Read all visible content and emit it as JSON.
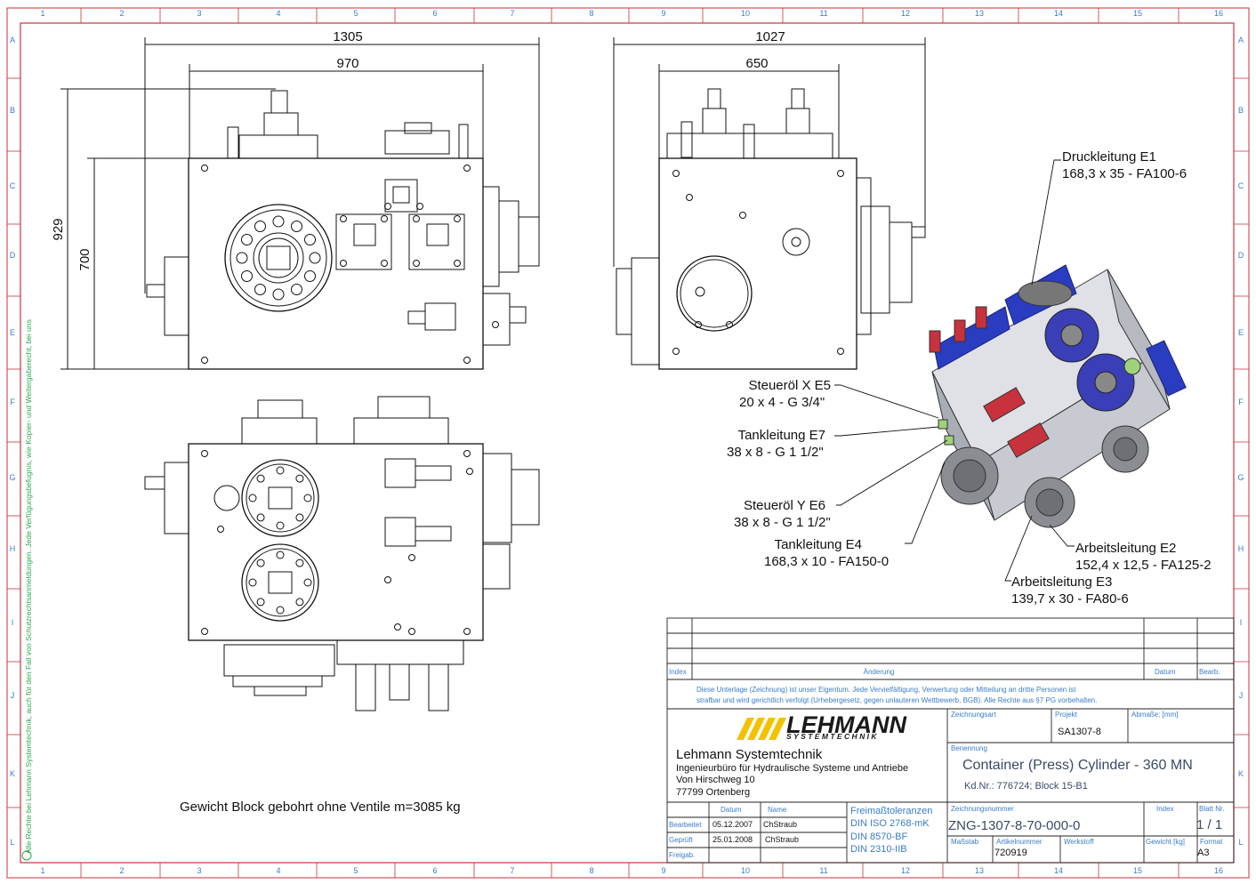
{
  "frame": {
    "cols": [
      "1",
      "2",
      "3",
      "4",
      "5",
      "6",
      "7",
      "8",
      "9",
      "10",
      "11",
      "12",
      "13",
      "14",
      "15",
      "16"
    ],
    "rows": [
      "A",
      "B",
      "C",
      "D",
      "E",
      "F",
      "G",
      "H",
      "I",
      "J",
      "K",
      "L"
    ],
    "side_note": "Alle Rechte bei Lehmann Systemtechnik, auch für den Fall von Schutzrechtsanmeldungen. Jede Verfügungsbefugnis, wie Kopier- und Weitergaberecht, bei uns"
  },
  "dims": {
    "front_w_total": "1305",
    "front_w_body": "970",
    "front_h_total": "929",
    "front_h_body": "700",
    "side_w_total": "1027",
    "side_w_body": "650"
  },
  "callouts": [
    {
      "l1": "Druckleitung E1",
      "l2": "168,3 x 35 - FA100-6"
    },
    {
      "l1": "Steueröl X E5",
      "l2": "20 x 4 - G 3/4\""
    },
    {
      "l1": "Tankleitung E7",
      "l2": "38 x 8 - G 1 1/2\""
    },
    {
      "l1": "Steueröl Y E6",
      "l2": "38 x 8 - G 1 1/2\""
    },
    {
      "l1": "Tankleitung E4",
      "l2": "168,3 x 10 - FA150-0"
    },
    {
      "l1": "Arbeitsleitung E2",
      "l2": "152,4 x 12,5 - FA125-2"
    },
    {
      "l1": "Arbeitsleitung E3",
      "l2": "139,7 x 30 - FA80-6"
    }
  ],
  "weight_note": "Gewicht Block gebohrt ohne Ventile m=3085 kg",
  "title_block": {
    "rev_headers": {
      "index": "Index",
      "change": "Änderung",
      "date": "Datum",
      "edit": "Bearb."
    },
    "copyright_l1": "Diese Unterlage (Zeichnung) ist unser Eigentum. Jede Vervielfältigung, Verwertung oder Mitteilung an dritte Personen ist",
    "copyright_l2": "strafbar und wird gerichtlich verfolgt (Urhebergesetz, gegen unlauteren Wettbewerb, BGB). Alle Rechte aus §7 PG vorbehalten.",
    "logo_main": "LEHMANN",
    "logo_sub": "SYSTEMTECHNIK",
    "company": "Lehmann Systemtechnik",
    "company_desc": "Ingenieurbüro für Hydraulische Systeme und Antriebe",
    "street": "Von Hirschweg 10",
    "city": "77799 Ortenberg",
    "lbl_zeichnungsart": "Zeichnungsart",
    "lbl_projekt": "Projekt",
    "projekt": "SA1307-8",
    "lbl_abmasse": "Abmaße: [mm]",
    "lbl_benennung": "Benennung",
    "benennung": "Container (Press) Cylinder - 360 MN",
    "kdnr": "Kd.Nr.: 776724; Block 15-B1",
    "lbl_datum": "Datum",
    "lbl_name": "Name",
    "lbl_bearbeitet": "Bearbeitet",
    "bearbeitet_datum": "05.12.2007",
    "bearbeitet_name": "ChStraub",
    "lbl_geprueft": "Geprüft",
    "geprueft_datum": "25.01.2008",
    "geprueft_name": "ChStraub",
    "lbl_freigabe": "Freigab.",
    "lbl_freimass": "Freimaßtoleranzen",
    "norm1": "DIN ISO 2768-mK",
    "norm2": "DIN 8570-BF",
    "norm3": "DIN 2310-IIB",
    "lbl_zeichnungsnummer": "Zeichnungsnummer",
    "lbl_index": "Index",
    "lbl_blatt": "Blatt Nr.",
    "zeichnungsnummer": "ZNG-1307-8-70-000-0",
    "blatt": "1 / 1",
    "lbl_massstab": "Maßstab",
    "lbl_artikelnummer": "Artikelnummer",
    "artikelnummer": "720919",
    "lbl_werkstoff": "Werkstoff",
    "lbl_gewicht": "Gewicht [kg]",
    "lbl_format": "Format",
    "format": "A3"
  }
}
